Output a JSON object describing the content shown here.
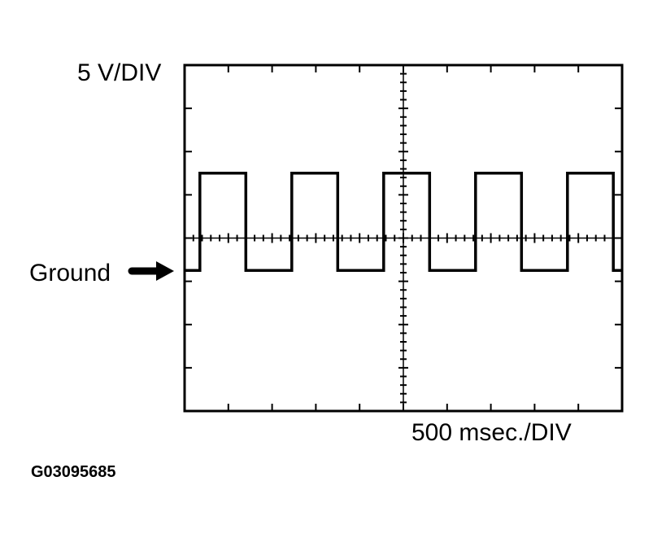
{
  "scope": {
    "vertical_scale_label": "5 V/DIV",
    "horizontal_scale_label": "500 msec./DIV",
    "ground_label": "Ground",
    "figure_code": "G03095685"
  },
  "chart_data": {
    "type": "line",
    "title": "",
    "xlabel": "500 msec./DIV",
    "ylabel": "5 V/DIV",
    "grid": "10 x 8 divisions with ticked center axes",
    "ground_reference_division": -0.75,
    "series": [
      {
        "values_description": "square wave",
        "low_level_div": -0.75,
        "high_level_div": 1.5,
        "rising_edges_div": [
          0.35,
          2.45,
          4.55,
          6.65,
          8.75
        ],
        "falling_edges_div": [
          1.4,
          3.5,
          5.6,
          7.7,
          9.8
        ]
      }
    ]
  },
  "colors": {
    "ink": "#000000",
    "background": "#ffffff"
  }
}
